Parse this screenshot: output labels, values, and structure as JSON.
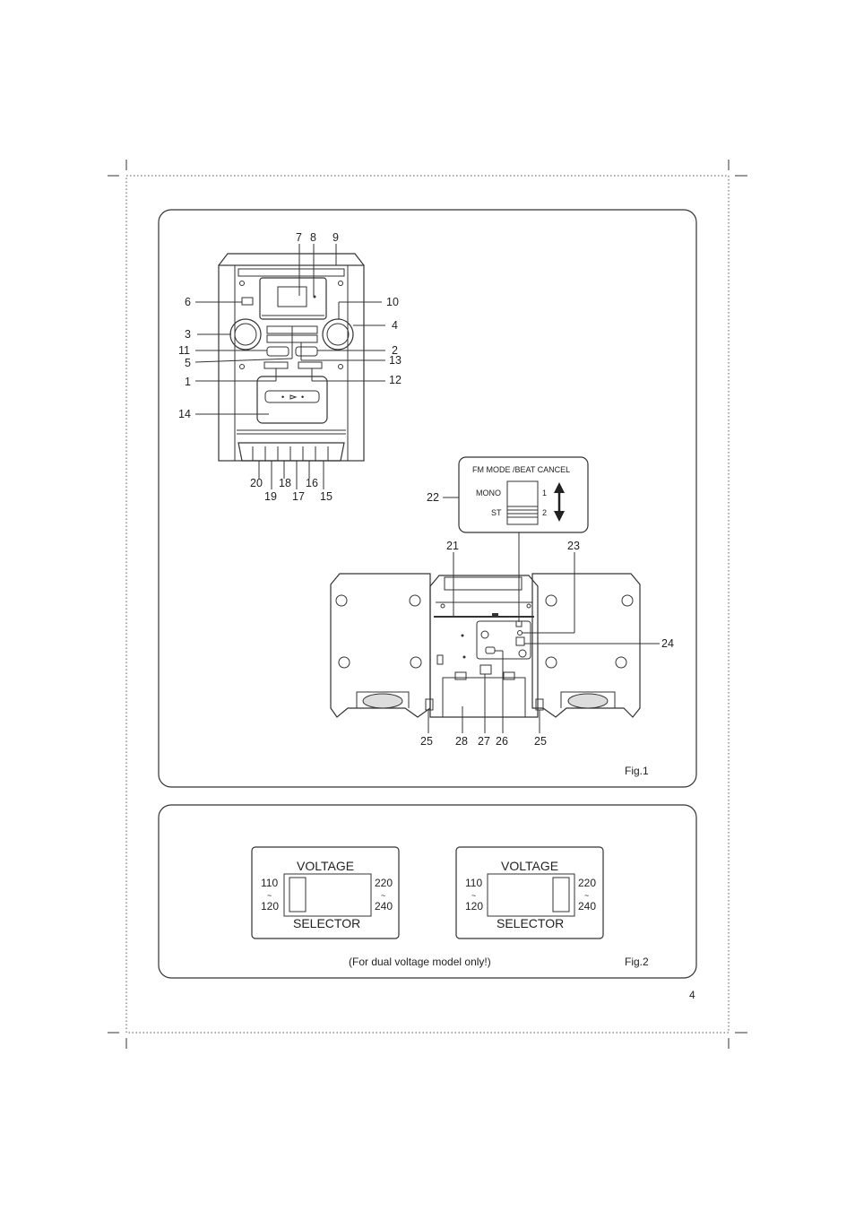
{
  "fig1": {
    "caption": "Fig.1",
    "front_callouts": [
      "7",
      "8",
      "9",
      "6",
      "10",
      "3",
      "4",
      "11",
      "2",
      "5",
      "13",
      "1",
      "12",
      "14",
      "20",
      "18",
      "16",
      "19",
      "17",
      "15"
    ],
    "switch_title": "FM MODE /BEAT CANCEL",
    "switch_mono": "MONO",
    "switch_st": "ST",
    "switch_pos1": "1",
    "switch_pos2": "2",
    "rear_callouts": [
      "22",
      "21",
      "23",
      "24",
      "25",
      "28",
      "27",
      "26",
      "25"
    ]
  },
  "fig2": {
    "caption": "Fig.2",
    "note": "(For dual voltage model only!)",
    "selector_left": {
      "title": "VOLTAGE",
      "bottom": "SELECTOR",
      "left_top": "110",
      "left_tilde": "~",
      "left_bottom": "120",
      "right_top": "220",
      "right_tilde": "~",
      "right_bottom": "240"
    },
    "selector_right": {
      "title": "VOLTAGE",
      "bottom": "SELECTOR",
      "left_top": "110",
      "left_tilde": "~",
      "left_bottom": "120",
      "right_top": "220",
      "right_tilde": "~",
      "right_bottom": "240"
    }
  },
  "page_number": "4"
}
